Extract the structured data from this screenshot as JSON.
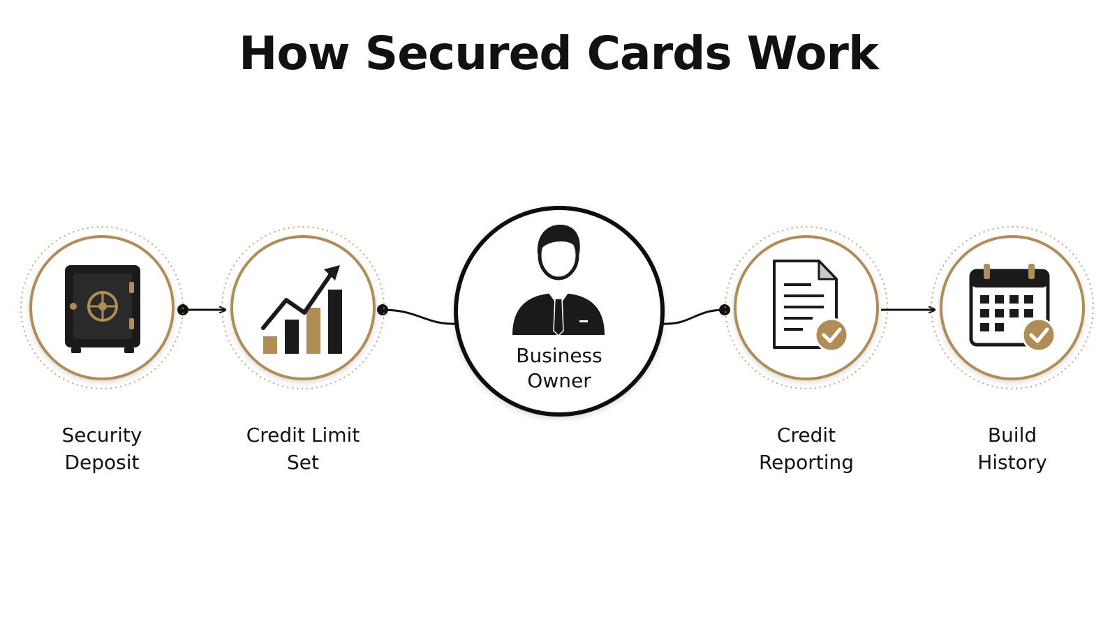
{
  "title": "How Secured Cards Work",
  "center": {
    "line1": "Business",
    "line2": "Owner",
    "icon": "businessman-icon"
  },
  "steps": [
    {
      "line1": "Security",
      "line2": "Deposit",
      "icon": "safe-icon"
    },
    {
      "line1": "Credit Limit",
      "line2": "Set",
      "icon": "growth-chart-icon"
    },
    {
      "line1": "Credit",
      "line2": "Reporting",
      "icon": "document-check-icon"
    },
    {
      "line1": "Build",
      "line2": "History",
      "icon": "calendar-check-icon"
    }
  ],
  "colors": {
    "gold": "#b08d57",
    "dark": "#1a1a1a",
    "background": "#ffffff"
  }
}
